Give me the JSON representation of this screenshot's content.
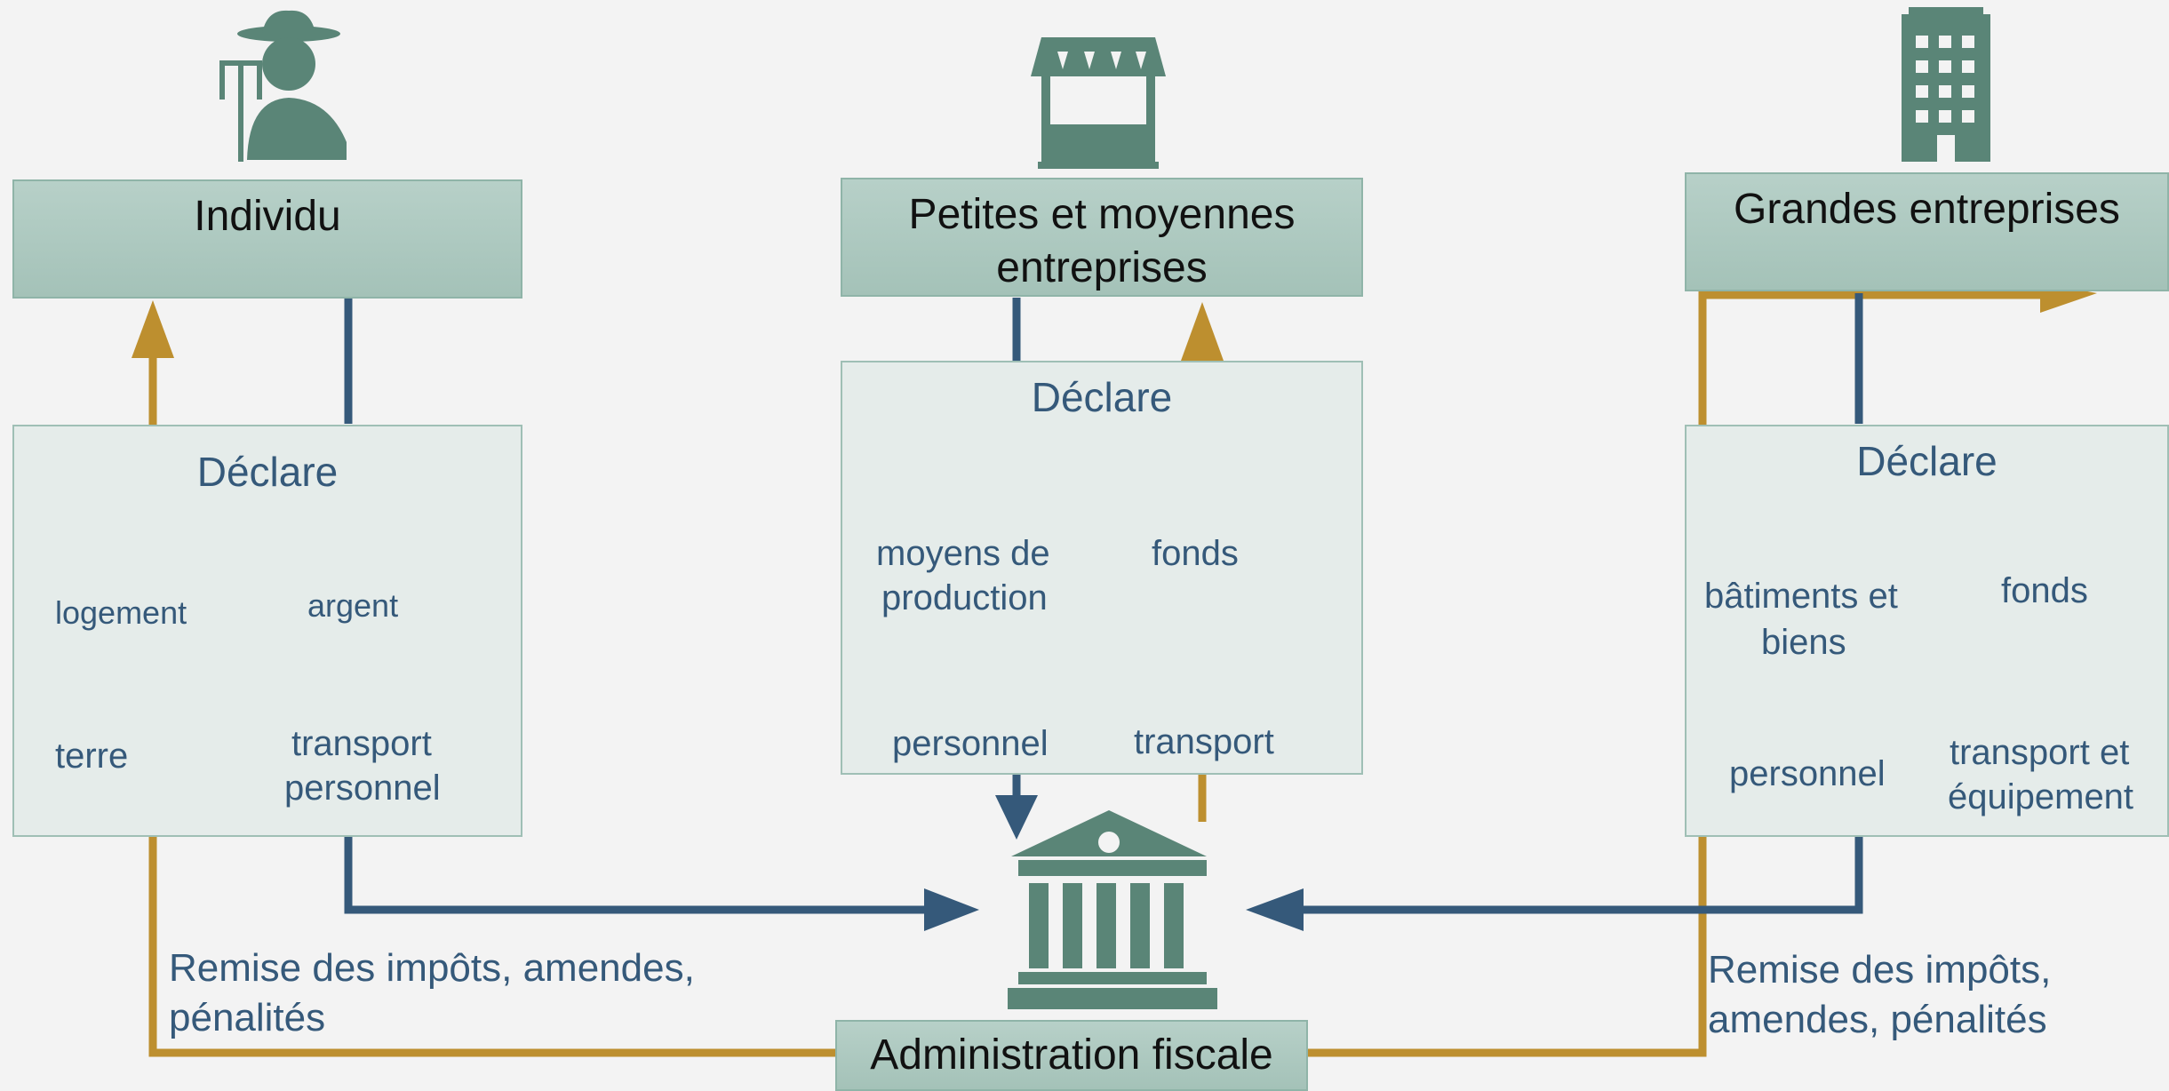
{
  "colors": {
    "blue": "#35597a",
    "gold": "#bd8f2f",
    "icon_green": "#5a8577",
    "decl_icon": "#35597a"
  },
  "actors": {
    "individu": {
      "title": "Individu",
      "icon": "farmer-icon"
    },
    "pme": {
      "title_line1": "Petites et moyennes",
      "title_line2": "entreprises",
      "icon": "market-stall-icon"
    },
    "grandes": {
      "title": "Grandes entreprises",
      "icon": "office-building-icon"
    }
  },
  "declarations": {
    "individu": {
      "title": "Déclare",
      "items": {
        "logement": "logement",
        "argent": "argent",
        "terre": "terre",
        "transport_1": "transport",
        "transport_2": "personnel"
      }
    },
    "pme": {
      "title": "Déclare",
      "items": {
        "moyens_1": "moyens de",
        "moyens_2": "production",
        "fonds": "fonds",
        "personnel": "personnel",
        "transport": "transport"
      }
    },
    "grandes": {
      "title": "Déclare",
      "items": {
        "batiments_1": "bâtiments et",
        "batiments_2": "biens",
        "fonds": "fonds",
        "personnel": "personnel",
        "transport_1": "transport et",
        "transport_2": "équipement"
      }
    }
  },
  "center": {
    "title": "Administration fiscale",
    "icon": "government-building-icon"
  },
  "notes": {
    "left_1": "Remise des impôts, amendes,",
    "left_2": "pénalités",
    "right_1": "Remise des impôts,",
    "right_2": "amendes, pénalités"
  }
}
